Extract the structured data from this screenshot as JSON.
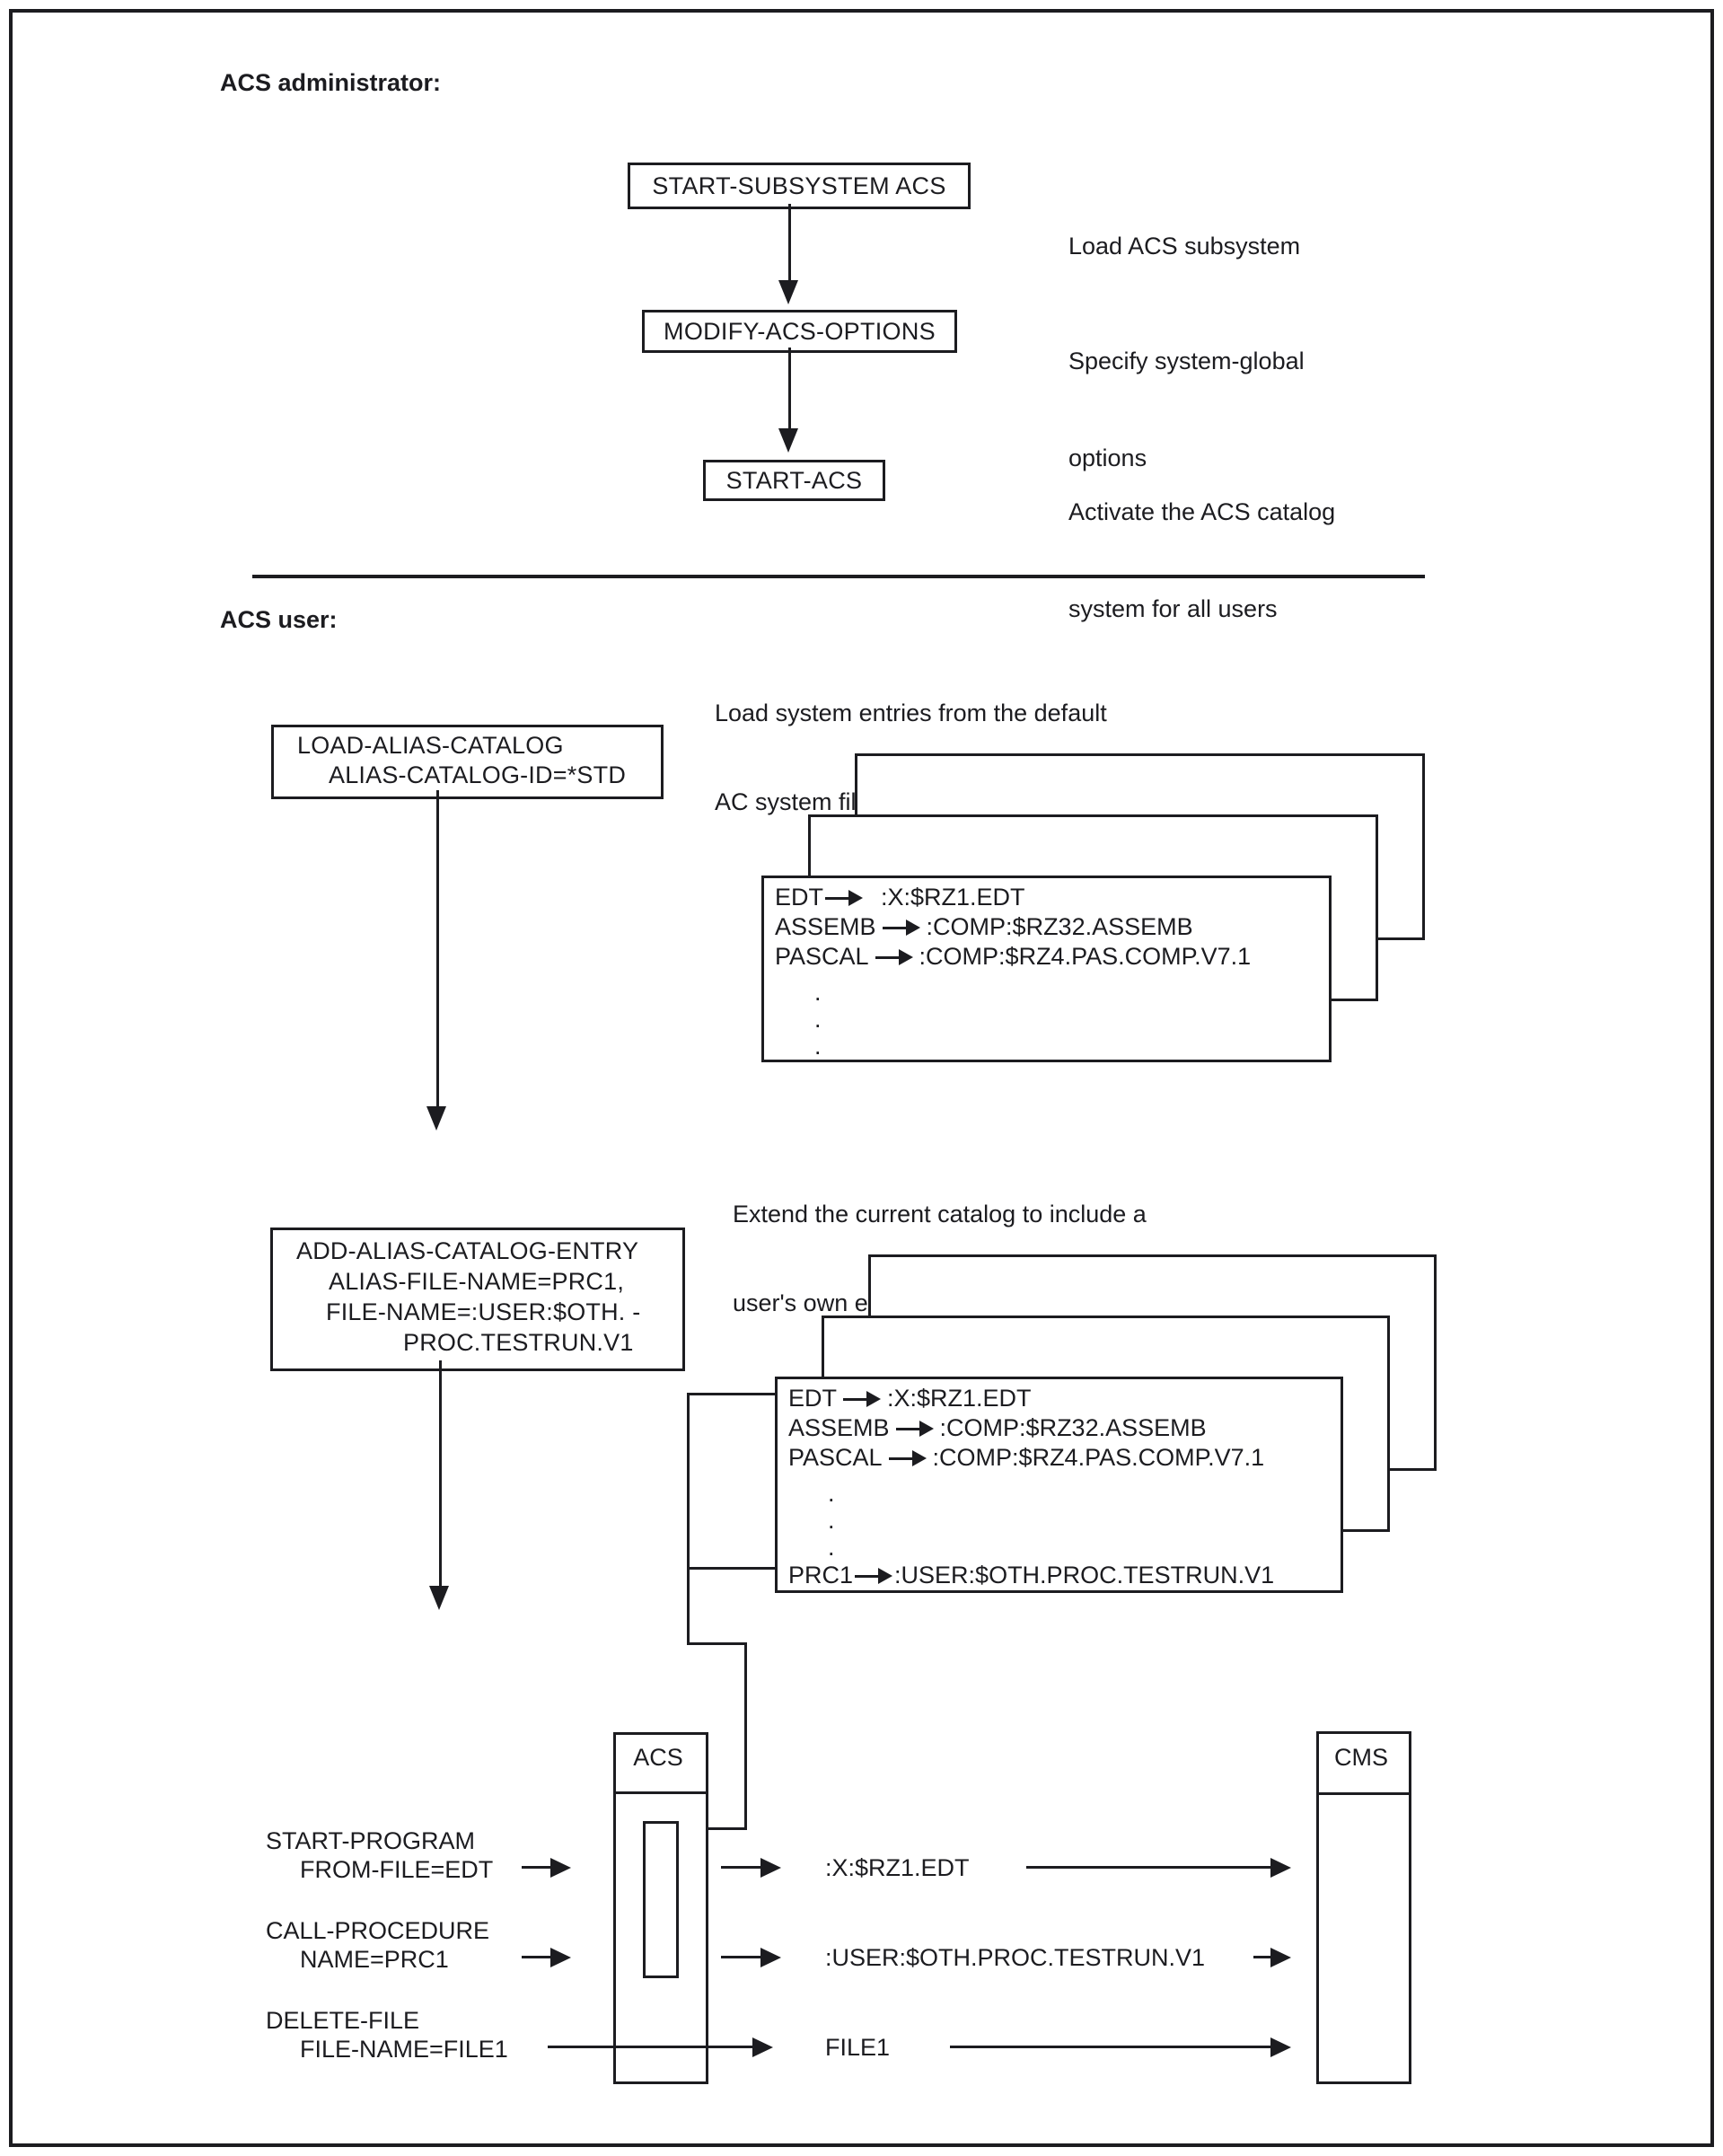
{
  "figure": {
    "admin": {
      "heading": "ACS administrator:",
      "flow": [
        {
          "command": "START-SUBSYSTEM ACS",
          "annotation_lines": [
            "Load ACS subsystem"
          ]
        },
        {
          "command": "MODIFY-ACS-OPTIONS",
          "annotation_lines": [
            "Specify system-global",
            "options"
          ]
        },
        {
          "command": "START-ACS",
          "annotation_lines": [
            "Activate the ACS catalog",
            "system for all users"
          ]
        }
      ]
    },
    "user": {
      "heading": "ACS user:",
      "load_note_lines": [
        "Load system entries from the default",
        "AC system file:"
      ],
      "load_command_lines": [
        "LOAD-ALIAS-CATALOG",
        "ALIAS-CATALOG-ID=*STD"
      ],
      "extend_note_lines": [
        "Extend the current catalog to include a",
        "user's own entry:"
      ],
      "add_command_lines": [
        "ADD-ALIAS-CATALOG-ENTRY",
        "ALIAS-FILE-NAME=PRC1,",
        "FILE-NAME=:USER:$OTH. -",
        "PROC.TESTRUN.V1"
      ],
      "default_catalog": {
        "entries": [
          {
            "alias": "EDT",
            "file": ":X:$RZ1.EDT"
          },
          {
            "alias": "ASSEMB",
            "file": ":COMP:$RZ32.ASSEMB"
          },
          {
            "alias": "PASCAL",
            "file": ":COMP:$RZ4.PAS.COMP.V7.1"
          }
        ],
        "ellipsis": [
          ".",
          ".",
          "."
        ]
      },
      "extended_catalog": {
        "entries": [
          {
            "alias": "EDT",
            "file": ":X:$RZ1.EDT"
          },
          {
            "alias": "ASSEMB",
            "file": ":COMP:$RZ32.ASSEMB"
          },
          {
            "alias": "PASCAL",
            "file": ":COMP:$RZ4.PAS.COMP.V7.1"
          }
        ],
        "ellipsis": [
          ".",
          ".",
          "."
        ],
        "added_entry": {
          "alias": "PRC1",
          "file": ":USER:$OTH.PROC.TESTRUN.V1"
        }
      }
    },
    "runtime": {
      "acs_label": "ACS",
      "cms_label": "CMS",
      "rows": [
        {
          "command_lines": [
            "START-PROGRAM",
            "FROM-FILE=EDT"
          ],
          "resolved": ":X:$RZ1.EDT"
        },
        {
          "command_lines": [
            "CALL-PROCEDURE",
            "NAME=PRC1"
          ],
          "resolved": ":USER:$OTH.PROC.TESTRUN.V1"
        },
        {
          "command_lines": [
            "DELETE-FILE",
            "FILE-NAME=FILE1"
          ],
          "resolved": "FILE1"
        }
      ]
    },
    "colors": {
      "ink": "#1c1c20",
      "background": "#ffffff"
    }
  }
}
